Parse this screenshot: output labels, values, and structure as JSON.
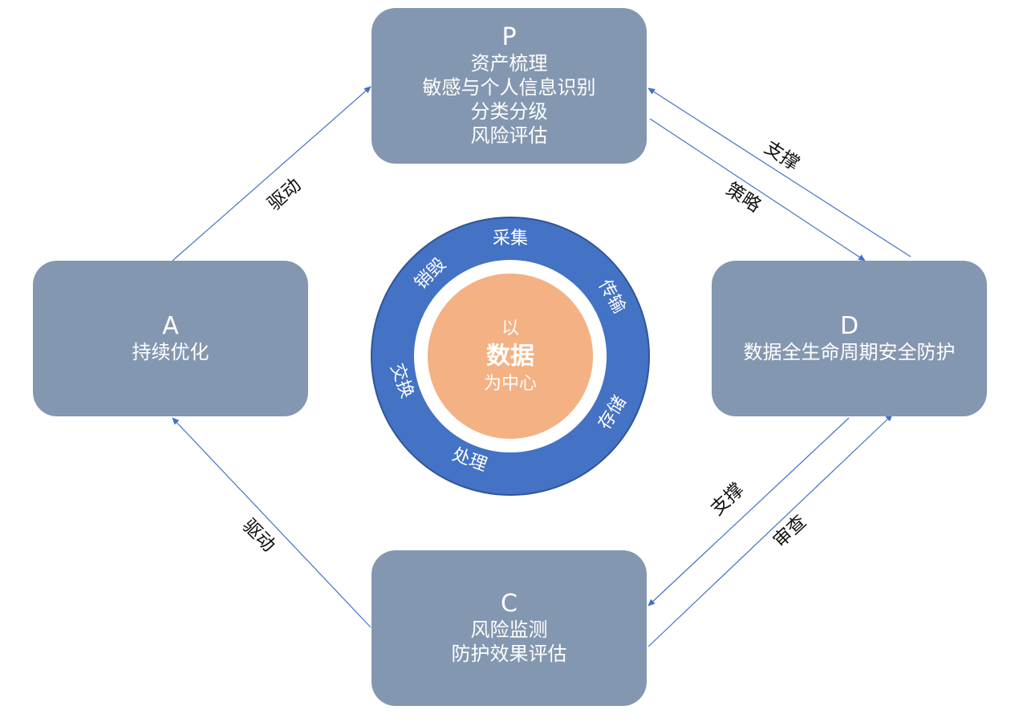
{
  "boxes": {
    "p": {
      "letter": "P",
      "lines": [
        "资产梳理",
        "敏感与个人信息识别",
        "分类分级",
        "风险评估"
      ]
    },
    "a": {
      "letter": "A",
      "lines": [
        "持续优化"
      ]
    },
    "d": {
      "letter": "D",
      "lines": [
        "数据全生命周期安全防护"
      ]
    },
    "c": {
      "letter": "C",
      "lines": [
        "风险监测",
        "防护效果评估"
      ]
    }
  },
  "center": {
    "top": "以",
    "main": "数据",
    "bottom": "为中心"
  },
  "ring": {
    "collect": "采集",
    "transmit": "传输",
    "store": "存储",
    "process": "处理",
    "exchange": "交换",
    "destroy": "销毁"
  },
  "edges": {
    "a_to_p": "驱动",
    "c_to_a": "驱动",
    "p_to_d": "策略",
    "d_to_p": "支撑",
    "d_to_c": "支撑",
    "c_to_d": "审查"
  },
  "colors": {
    "box": "#8497b0",
    "ring": "#4472c4",
    "center": "#f4b183",
    "arrow": "#4472c4"
  }
}
